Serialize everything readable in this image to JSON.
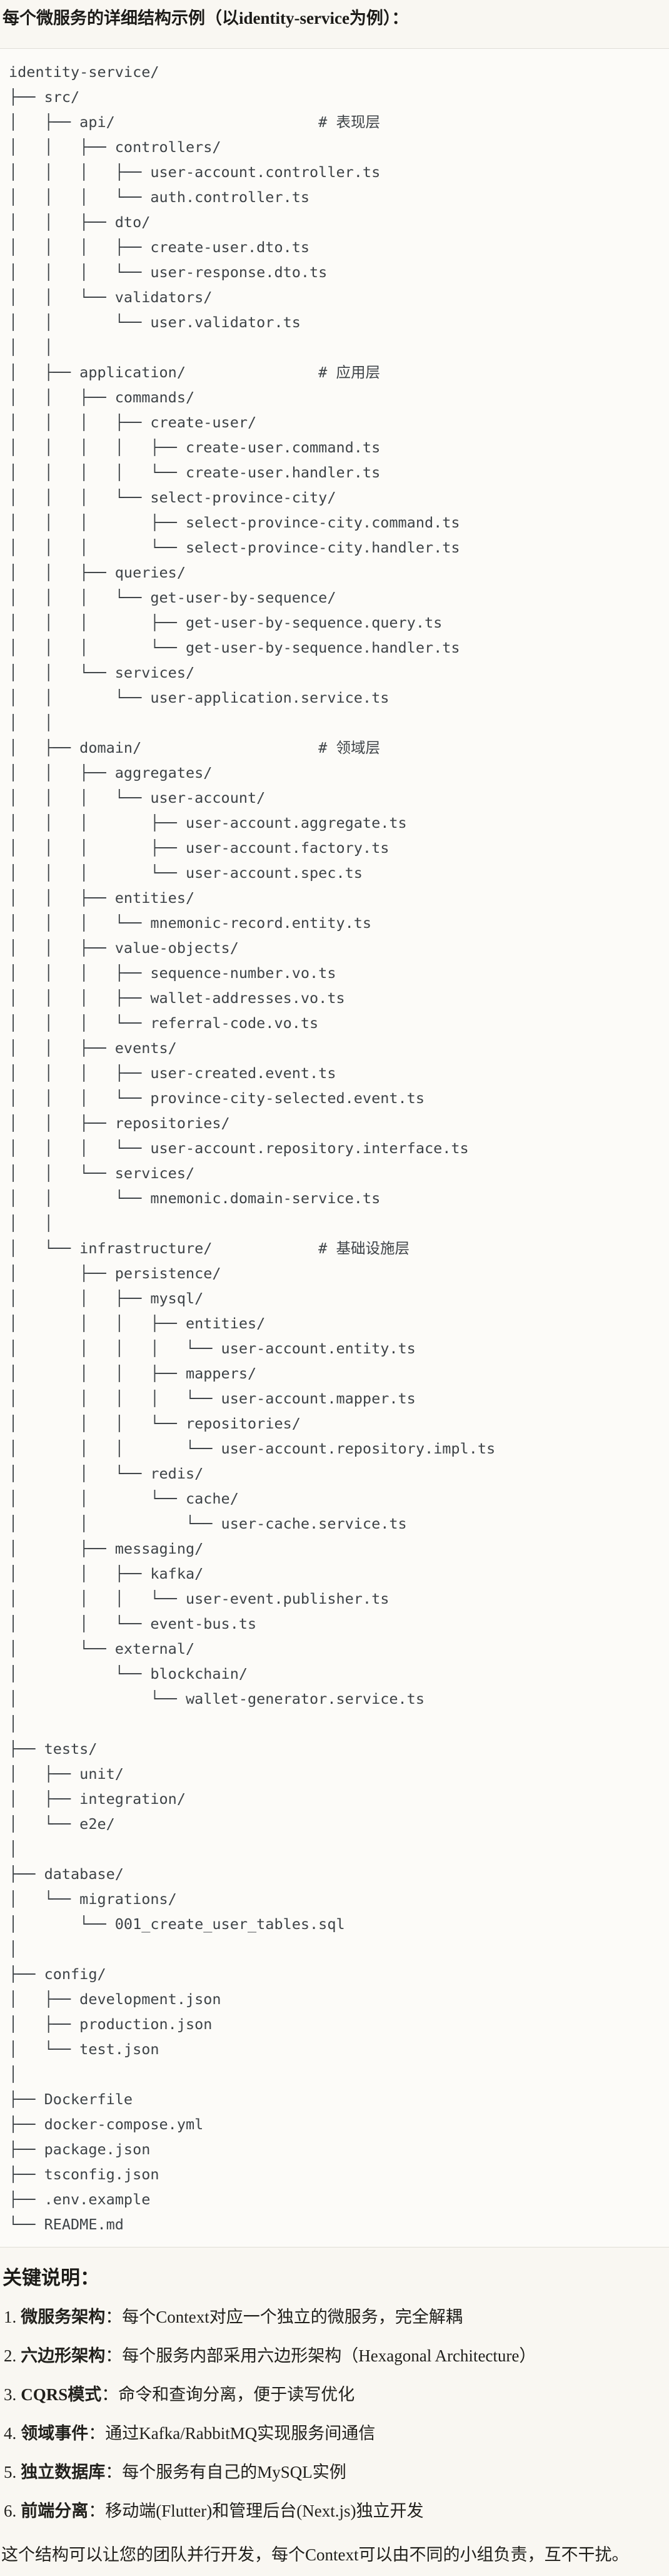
{
  "header": {
    "title": "每个微服务的详细结构示例（以identity-service为例）："
  },
  "code_block": {
    "language": "plaintext",
    "lines": [
      "identity-service/",
      "├── src/",
      "│   ├── api/                       # 表现层",
      "│   │   ├── controllers/",
      "│   │   │   ├── user-account.controller.ts",
      "│   │   │   └── auth.controller.ts",
      "│   │   ├── dto/",
      "│   │   │   ├── create-user.dto.ts",
      "│   │   │   └── user-response.dto.ts",
      "│   │   └── validators/",
      "│   │       └── user.validator.ts",
      "│   │",
      "│   ├── application/               # 应用层",
      "│   │   ├── commands/",
      "│   │   │   ├── create-user/",
      "│   │   │   │   ├── create-user.command.ts",
      "│   │   │   │   └── create-user.handler.ts",
      "│   │   │   └── select-province-city/",
      "│   │   │       ├── select-province-city.command.ts",
      "│   │   │       └── select-province-city.handler.ts",
      "│   │   ├── queries/",
      "│   │   │   └── get-user-by-sequence/",
      "│   │   │       ├── get-user-by-sequence.query.ts",
      "│   │   │       └── get-user-by-sequence.handler.ts",
      "│   │   └── services/",
      "│   │       └── user-application.service.ts",
      "│   │",
      "│   ├── domain/                    # 领域层",
      "│   │   ├── aggregates/",
      "│   │   │   └── user-account/",
      "│   │   │       ├── user-account.aggregate.ts",
      "│   │   │       ├── user-account.factory.ts",
      "│   │   │       └── user-account.spec.ts",
      "│   │   ├── entities/",
      "│   │   │   └── mnemonic-record.entity.ts",
      "│   │   ├── value-objects/",
      "│   │   │   ├── sequence-number.vo.ts",
      "│   │   │   ├── wallet-addresses.vo.ts",
      "│   │   │   └── referral-code.vo.ts",
      "│   │   ├── events/",
      "│   │   │   ├── user-created.event.ts",
      "│   │   │   └── province-city-selected.event.ts",
      "│   │   ├── repositories/",
      "│   │   │   └── user-account.repository.interface.ts",
      "│   │   └── services/",
      "│   │       └── mnemonic.domain-service.ts",
      "│   │",
      "│   └── infrastructure/            # 基础设施层",
      "│       ├── persistence/",
      "│       │   ├── mysql/",
      "│       │   │   ├── entities/",
      "│       │   │   │   └── user-account.entity.ts",
      "│       │   │   ├── mappers/",
      "│       │   │   │   └── user-account.mapper.ts",
      "│       │   │   └── repositories/",
      "│       │   │       └── user-account.repository.impl.ts",
      "│       │   └── redis/",
      "│       │       └── cache/",
      "│       │           └── user-cache.service.ts",
      "│       ├── messaging/",
      "│       │   ├── kafka/",
      "│       │   │   └── user-event.publisher.ts",
      "│       │   └── event-bus.ts",
      "│       └── external/",
      "│           └── blockchain/",
      "│               └── wallet-generator.service.ts",
      "│",
      "├── tests/",
      "│   ├── unit/",
      "│   ├── integration/",
      "│   └── e2e/",
      "│",
      "├── database/",
      "│   └── migrations/",
      "│       └── 001_create_user_tables.sql",
      "│",
      "├── config/",
      "│   ├── development.json",
      "│   ├── production.json",
      "│   └── test.json",
      "│",
      "├── Dockerfile",
      "├── docker-compose.yml",
      "├── package.json",
      "├── tsconfig.json",
      "├── .env.example",
      "└── README.md"
    ]
  },
  "notes": {
    "heading": "关键说明：",
    "colon": "：",
    "items": [
      {
        "num": "1.",
        "term": "微服务架构",
        "desc": "每个Context对应一个独立的微服务，完全解耦"
      },
      {
        "num": "2.",
        "term": "六边形架构",
        "desc": "每个服务内部采用六边形架构（Hexagonal Architecture）"
      },
      {
        "num": "3.",
        "term": "CQRS模式",
        "desc": "命令和查询分离，便于读写优化"
      },
      {
        "num": "4.",
        "term": "领域事件",
        "desc": "通过Kafka/RabbitMQ实现服务间通信"
      },
      {
        "num": "5.",
        "term": "独立数据库",
        "desc": "每个服务有自己的MySQL实例"
      },
      {
        "num": "6.",
        "term": "前端分离",
        "desc": "移动端(Flutter)和管理后台(Next.js)独立开发"
      }
    ],
    "footer": "这个结构可以让您的团队并行开发，每个Context可以由不同的小组负责，互不干扰。"
  }
}
